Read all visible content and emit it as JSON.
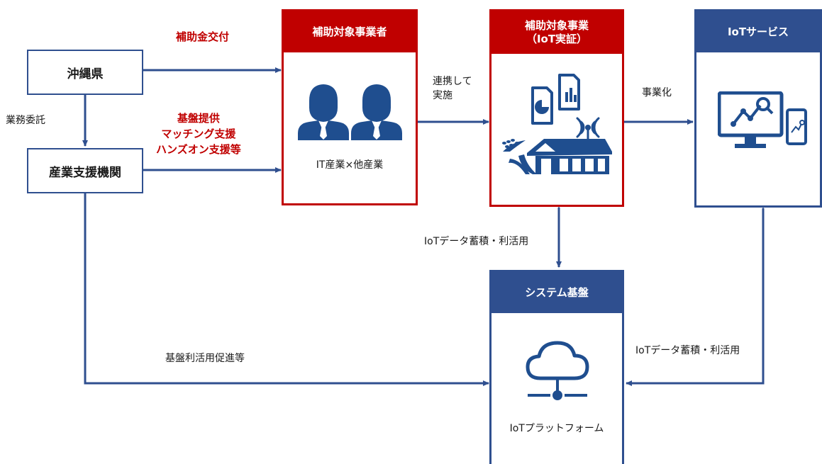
{
  "colors": {
    "red": "#c00000",
    "blue": "#2f4f8f",
    "icon_blue": "#1f4e8f"
  },
  "okinawa": {
    "label": "沖縄県"
  },
  "support_org": {
    "label": "産業支援機関"
  },
  "subsidy": {
    "label": "補助金交付"
  },
  "outsourcing": {
    "label": "業務委託"
  },
  "platform_support": {
    "lines": [
      "基盤提供",
      "マッチング支援",
      "ハンズオン支援等"
    ]
  },
  "subsidized_operator": {
    "title": "補助対象事業者",
    "caption": "IT産業×他産業",
    "icon": "business-people-icon"
  },
  "collaboration": {
    "lines": [
      "連携して",
      "実施"
    ]
  },
  "subsidized_project": {
    "title_line1": "補助対象事業",
    "title_line2": "（IoT実証）",
    "icon": "farm-sensor-icon"
  },
  "commercialization": {
    "label": "事業化"
  },
  "iot_service": {
    "title": "IoTサービス",
    "icon": "analytics-devices-icon"
  },
  "data_use_1": {
    "label": "IoTデータ蓄積・利活用"
  },
  "data_use_2": {
    "label": "IoTデータ蓄積・利活用"
  },
  "system_base": {
    "title": "システム基盤",
    "caption": "IoTプラットフォーム",
    "icon": "cloud-network-icon"
  },
  "platform_promotion": {
    "label": "基盤利活用促進等"
  }
}
